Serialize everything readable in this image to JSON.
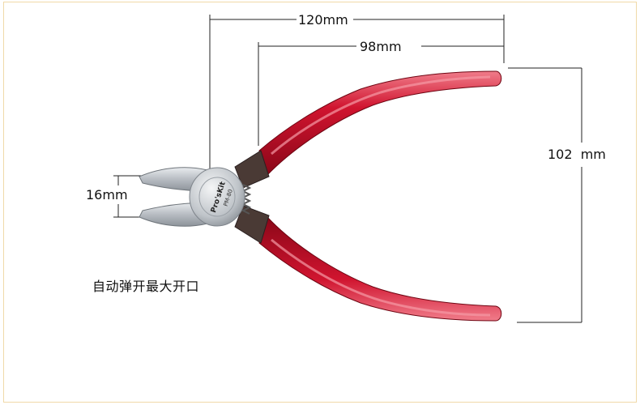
{
  "dimensions": {
    "total_length": "120mm",
    "handle_length": "98mm",
    "height": "102  mm",
    "jaw_opening": "16mm"
  },
  "caption": "自动弹开最大开口",
  "brand": "Pro'sKit",
  "model": "PM-80",
  "colors": {
    "handle": "#c8102e",
    "handle_highlight": "#ef6a7a",
    "steel": "#b9bec4",
    "frame_border": "#f0d9a8",
    "dimension_line": "#222222"
  }
}
